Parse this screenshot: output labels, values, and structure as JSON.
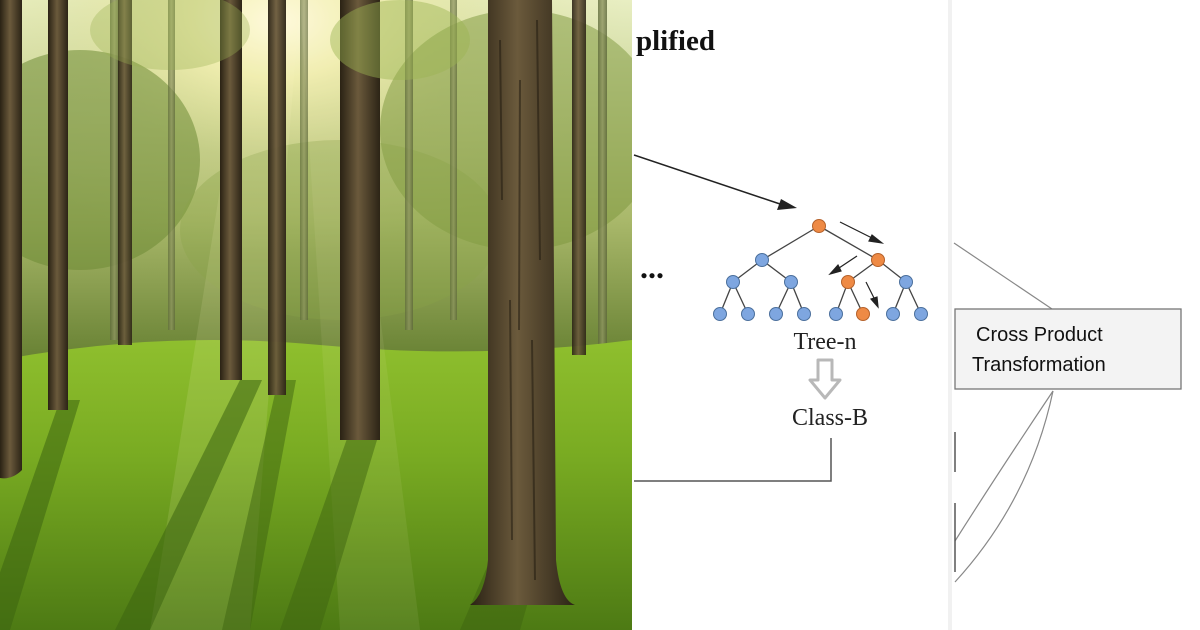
{
  "banner": {
    "photo": {
      "subject": "sunlit-forest-photo"
    },
    "diagram_a": {
      "heading": "plified",
      "ellipsis": "...",
      "tree_label": "Tree-n",
      "output_label": "Class-B"
    },
    "diagram_b": {
      "box_label_line1": "Cross Product",
      "box_label_line2": "Transformation"
    },
    "colors": {
      "node_blue": "#7ea6e0",
      "node_orange": "#ee8a45",
      "box_fill": "#f3f3f3",
      "box_border": "#777777"
    }
  }
}
